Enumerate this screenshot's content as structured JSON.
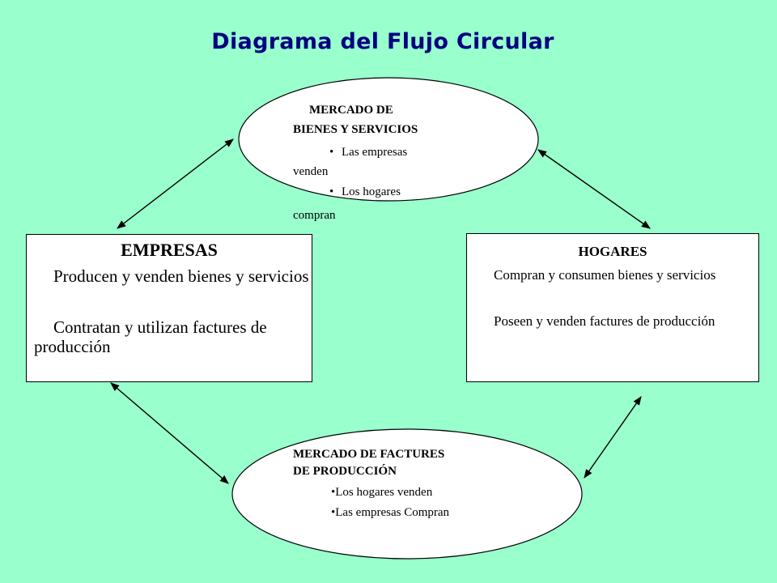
{
  "title": "Diagrama del Flujo Circular",
  "market_goods": {
    "heading_1": "MERCADO DE",
    "heading_2": "BIENES Y SERVICIOS",
    "item_1a": "Las empresas",
    "item_1b": "venden",
    "item_2a": "Los hogares",
    "item_2b": "compran",
    "bullet": "•"
  },
  "empresas": {
    "title": "EMPRESAS",
    "line_1": "Producen y venden bienes y servicios",
    "line_2": "Contratan y utilizan factures de producción"
  },
  "hogares": {
    "title": "HOGARES",
    "line_1": "Compran y consumen bienes y servicios",
    "line_2": "Poseen y venden factures de producción"
  },
  "market_factors": {
    "heading_1": "MERCADO DE FACTURES",
    "heading_2": "DE PRODUCCIÓN",
    "item_1": "•Los hogares venden",
    "item_2": "•Las empresas Compran"
  },
  "colors": {
    "background": "#99FFCC",
    "title": "#000080"
  }
}
